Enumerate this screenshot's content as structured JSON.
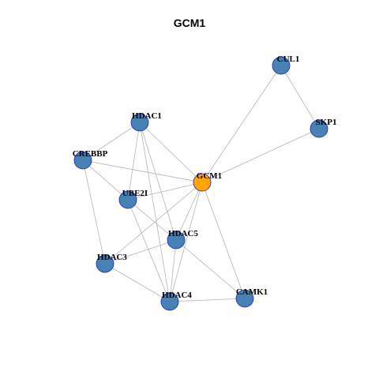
{
  "title": "GCM1",
  "colors": {
    "node_fill": "#4682B4",
    "node_stroke": "#1F1FBF",
    "focus_fill": "#FFA500",
    "edge": "#B3B3B3"
  },
  "focus_node": "GCM1",
  "nodes": [
    "CUL1",
    "SKP1",
    "HDAC1",
    "CREBBP",
    "GCM1",
    "UBE2I",
    "HDAC5",
    "HDAC3",
    "CAMK1",
    "HDAC4"
  ],
  "edges": [
    [
      "CUL1",
      "SKP1"
    ],
    [
      "CUL1",
      "GCM1"
    ],
    [
      "SKP1",
      "GCM1"
    ],
    [
      "HDAC1",
      "CREBBP"
    ],
    [
      "HDAC1",
      "GCM1"
    ],
    [
      "HDAC1",
      "UBE2I"
    ],
    [
      "HDAC1",
      "HDAC5"
    ],
    [
      "HDAC1",
      "HDAC4"
    ],
    [
      "CREBBP",
      "GCM1"
    ],
    [
      "CREBBP",
      "UBE2I"
    ],
    [
      "CREBBP",
      "HDAC3"
    ],
    [
      "GCM1",
      "UBE2I"
    ],
    [
      "GCM1",
      "HDAC5"
    ],
    [
      "GCM1",
      "HDAC3"
    ],
    [
      "GCM1",
      "HDAC4"
    ],
    [
      "GCM1",
      "CAMK1"
    ],
    [
      "UBE2I",
      "HDAC5"
    ],
    [
      "UBE2I",
      "HDAC4"
    ],
    [
      "HDAC5",
      "HDAC3"
    ],
    [
      "HDAC5",
      "HDAC4"
    ],
    [
      "HDAC5",
      "CAMK1"
    ],
    [
      "HDAC3",
      "HDAC4"
    ],
    [
      "HDAC4",
      "CAMK1"
    ]
  ]
}
